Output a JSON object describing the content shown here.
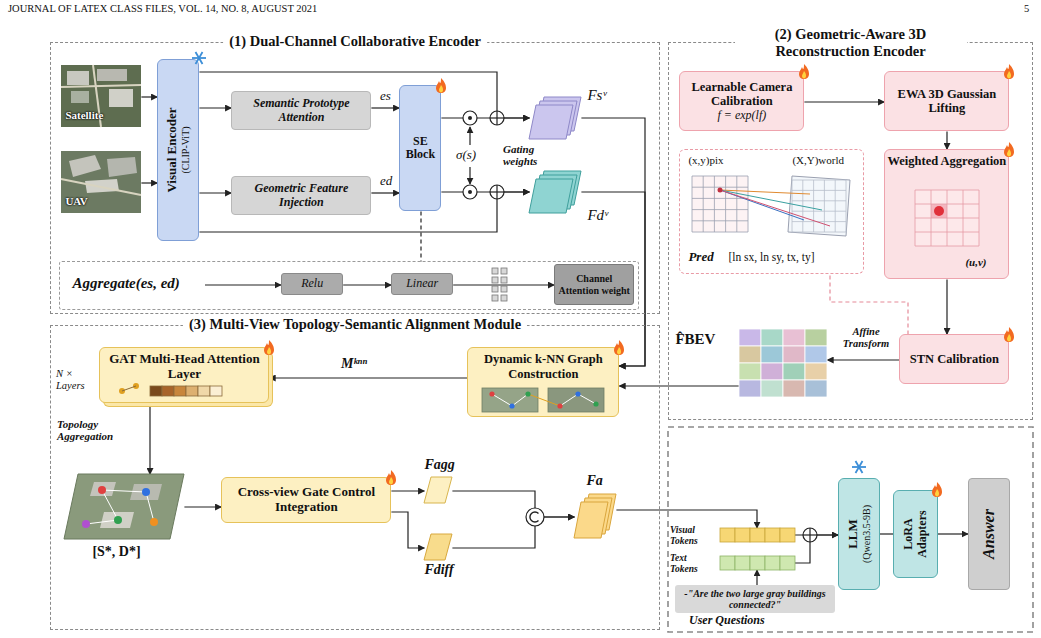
{
  "diagram": {
    "nodes": [
      {
        "text": [
          "(1) Dual-Channel Collaborative Encoder"
        ]
      },
      {
        "text": [
          "Satellite"
        ],
        "in": 0
      },
      {
        "text": [
          "UAV"
        ],
        "in": 0
      },
      {
        "text": [
          "Visual Encoder",
          "(CLIP-ViT)"
        ],
        "in": 0
      },
      {
        "text": [
          "Semantic Prototype Attention"
        ],
        "in": 0
      },
      {
        "text": [
          "Geometric Feature Injection"
        ],
        "in": 0
      },
      {
        "text": [
          "SE Block"
        ],
        "in": 0
      },
      {
        "text": [
          "Fsᵛ"
        ],
        "in": 0
      },
      {
        "text": [
          "Fdᵛ"
        ],
        "in": 0
      },
      {
        "text": [
          "Aggregate(es, ed)"
        ],
        "in": 0
      },
      {
        "text": [
          "Relu"
        ],
        "in": 9
      },
      {
        "text": [
          "Linear"
        ],
        "in": 9
      },
      {
        "text": [
          "Channel Attention weight"
        ],
        "in": 9
      },
      {
        "text": [
          "(2) Geometric-Aware 3D Reconstruction Encoder"
        ]
      },
      {
        "text": [
          "Learnable Camera Calibration",
          "f = exp(lf)"
        ],
        "in": 13
      },
      {
        "text": [
          "EWA 3D Gaussian Lifting"
        ],
        "in": 13
      },
      {
        "text": [
          "(x,y)pix",
          "(X,Y)world",
          "Pred",
          "[ln sx, ln sy, tx, ty]"
        ],
        "in": 13
      },
      {
        "text": [
          "Weighted Aggregation",
          "(u,v)"
        ],
        "in": 13
      },
      {
        "text": [
          "F̂BEV"
        ],
        "in": 13
      },
      {
        "text": [
          "STN Calibration"
        ],
        "in": 13
      },
      {
        "text": [
          "(3) Multi-View Topology-Semantic Alignment Module"
        ]
      },
      {
        "text": [
          "GAT Multi-Head Attention Layer"
        ],
        "in": 20
      },
      {
        "text": [
          "Dynamic k-NN Graph Construction"
        ],
        "in": 20
      },
      {
        "text": [
          "[S*, D*]"
        ],
        "in": 20
      },
      {
        "text": [
          "Cross-view Gate Control Integration"
        ],
        "in": 20
      },
      {
        "text": [
          "Fagg"
        ],
        "in": 20
      },
      {
        "text": [
          "Fdiff"
        ],
        "in": 20
      },
      {
        "text": [
          "Fa"
        ],
        "in": 20
      },
      {
        "text": [
          "Visual Tokens"
        ]
      },
      {
        "text": [
          "Text Tokens"
        ]
      },
      {
        "text": [
          "-\"Are the two large gray buildings connected?\"",
          "User Questions"
        ]
      },
      {
        "text": [
          "LLM",
          "(Qwen3.5-9B)"
        ]
      },
      {
        "text": [
          "LoRA Adapters"
        ]
      },
      {
        "text": [
          "Answer"
        ]
      }
    ],
    "edges": [
      {
        "from": 1,
        "to": 3,
        "arrow": "to"
      },
      {
        "from": 2,
        "to": 3,
        "arrow": "to"
      },
      {
        "from": 3,
        "to": 4,
        "arrow": "to"
      },
      {
        "from": 3,
        "to": 5,
        "arrow": "to"
      },
      {
        "from": 4,
        "to": 6,
        "arrow": "to",
        "label": "es"
      },
      {
        "from": 5,
        "to": 6,
        "arrow": "to",
        "label": "ed"
      },
      {
        "from": 6,
        "to": 7,
        "arrow": "to"
      },
      {
        "from": 6,
        "to": 8,
        "arrow": "to"
      },
      {
        "from": 3,
        "to": 7,
        "arrow": "to"
      },
      {
        "from": 3,
        "to": 8,
        "arrow": "to"
      },
      {
        "from": 6,
        "to": 9,
        "arrow": "none"
      },
      {
        "from": 10,
        "to": 11,
        "arrow": "to"
      },
      {
        "from": 11,
        "to": 12,
        "arrow": "to"
      },
      {
        "from": 7,
        "to": 22,
        "arrow": "to"
      },
      {
        "from": 8,
        "to": 22,
        "arrow": "to"
      },
      {
        "from": 14,
        "to": 15,
        "arrow": "to"
      },
      {
        "from": 15,
        "to": 17,
        "arrow": "to"
      },
      {
        "from": 17,
        "to": 19,
        "arrow": "to"
      },
      {
        "from": 19,
        "to": 18,
        "arrow": "to",
        "label": "Affine Transform"
      },
      {
        "from": 18,
        "to": 22,
        "arrow": "to"
      },
      {
        "from": 19,
        "to": 16,
        "arrow": "none"
      },
      {
        "from": 22,
        "to": 21,
        "arrow": "to",
        "label": "Mᵏⁿⁿ"
      },
      {
        "from": 21,
        "to": 23,
        "arrow": "to",
        "label": "Topology Aggregation"
      },
      {
        "from": 23,
        "to": 24,
        "arrow": "to"
      },
      {
        "from": 24,
        "to": 25,
        "arrow": "to"
      },
      {
        "from": 24,
        "to": 26,
        "arrow": "to"
      },
      {
        "from": 25,
        "to": 27,
        "arrow": "to"
      },
      {
        "from": 26,
        "to": 27,
        "arrow": "to"
      },
      {
        "from": 27,
        "to": 28,
        "arrow": "to"
      },
      {
        "from": 30,
        "to": 29,
        "arrow": "to"
      },
      {
        "from": 28,
        "to": 31,
        "arrow": "to"
      },
      {
        "from": 29,
        "to": 31,
        "arrow": "to"
      },
      {
        "from": 31,
        "to": 32,
        "arrow": "none"
      },
      {
        "from": 32,
        "to": 33,
        "arrow": "to"
      }
    ],
    "labels": [
      "JOURNAL OF LATEX CLASS FILES, VOL. 14, NO. 8, AUGUST 2021",
      "5",
      "σ(s)",
      "Gating weights",
      "N × Layers"
    ]
  }
}
